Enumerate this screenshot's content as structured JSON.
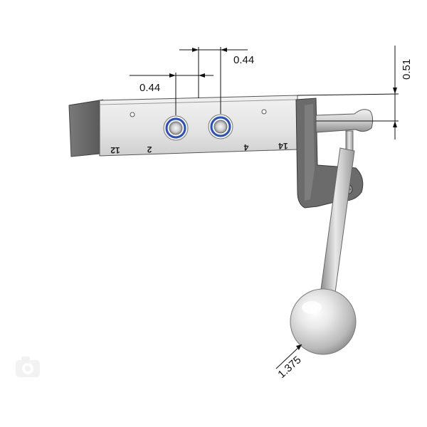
{
  "drawing": {
    "background_color": "#ffffff",
    "body_color": "#e6e6e6",
    "bracket_color": "#6b6b6b",
    "port_ring_color": "#2b4fb3",
    "dimensions": {
      "top_right_spacing": "0.44",
      "top_left_spacing": "0.44",
      "right_vertical": "0.51",
      "ball_diameter": "1.375"
    },
    "port_labels": [
      "12",
      "2",
      "4",
      "14"
    ],
    "watermark_icon": "camera-icon"
  }
}
